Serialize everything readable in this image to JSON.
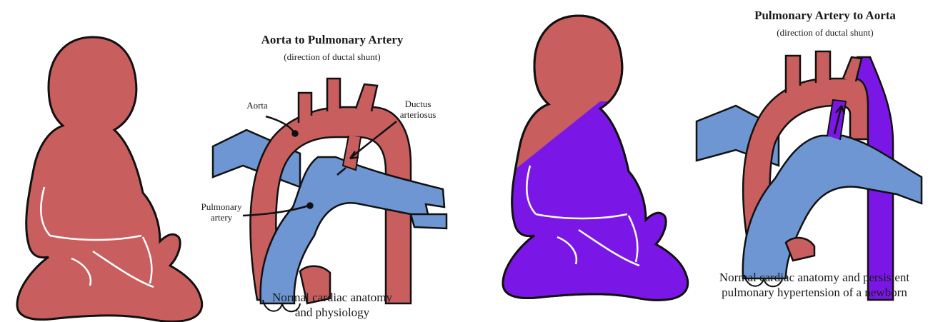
{
  "colors": {
    "oxygenated": "#C85E5E",
    "pulmonary": "#6E96D3",
    "cyanotic": "#7B17E6",
    "outline": "#111111"
  },
  "left_panel": {
    "title": "Aorta to Pulmonary Artery",
    "subtitle": "(direction of ductal shunt)",
    "labels": {
      "aorta": "Aorta",
      "ductus_line1": "Ductus",
      "ductus_line2": "arteriosus",
      "pulmonary_line1": "Pulmonary",
      "pulmonary_line2": "artery"
    },
    "caption_line1": "Normal cardiac anatomy",
    "caption_line2": "and physiology"
  },
  "right_panel": {
    "title": "Pulmonary Artery to Aorta",
    "subtitle": "(direction of ductal shunt)",
    "caption_line1": "Normal cardiac anatomy and persistent",
    "caption_line2": "pulmonary hypertension of a newborn"
  }
}
